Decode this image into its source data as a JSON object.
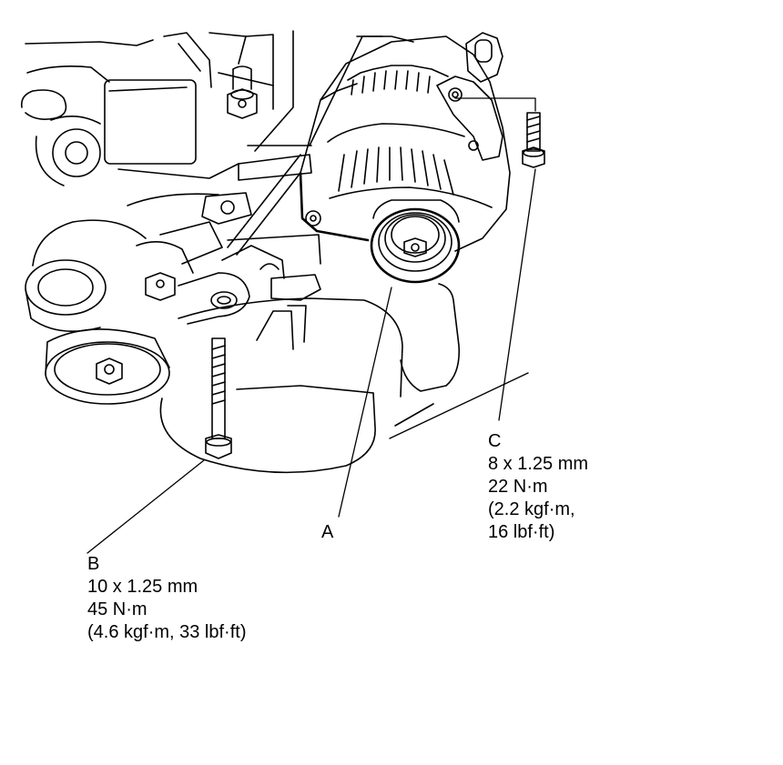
{
  "callouts": {
    "a": {
      "label": "A"
    },
    "b": {
      "label": "B",
      "size": "10 x 1.25 mm",
      "torque_nm": "45 N·m",
      "torque_alt": "(4.6 kgf·m, 33 lbf·ft)"
    },
    "c": {
      "label": "C",
      "size": "8 x 1.25 mm",
      "torque_nm": "22 N·m",
      "torque_alt_1": "(2.2 kgf·m,",
      "torque_alt_2": "16 lbf·ft)"
    }
  },
  "colors": {
    "line": "#000000",
    "background": "#ffffff"
  }
}
